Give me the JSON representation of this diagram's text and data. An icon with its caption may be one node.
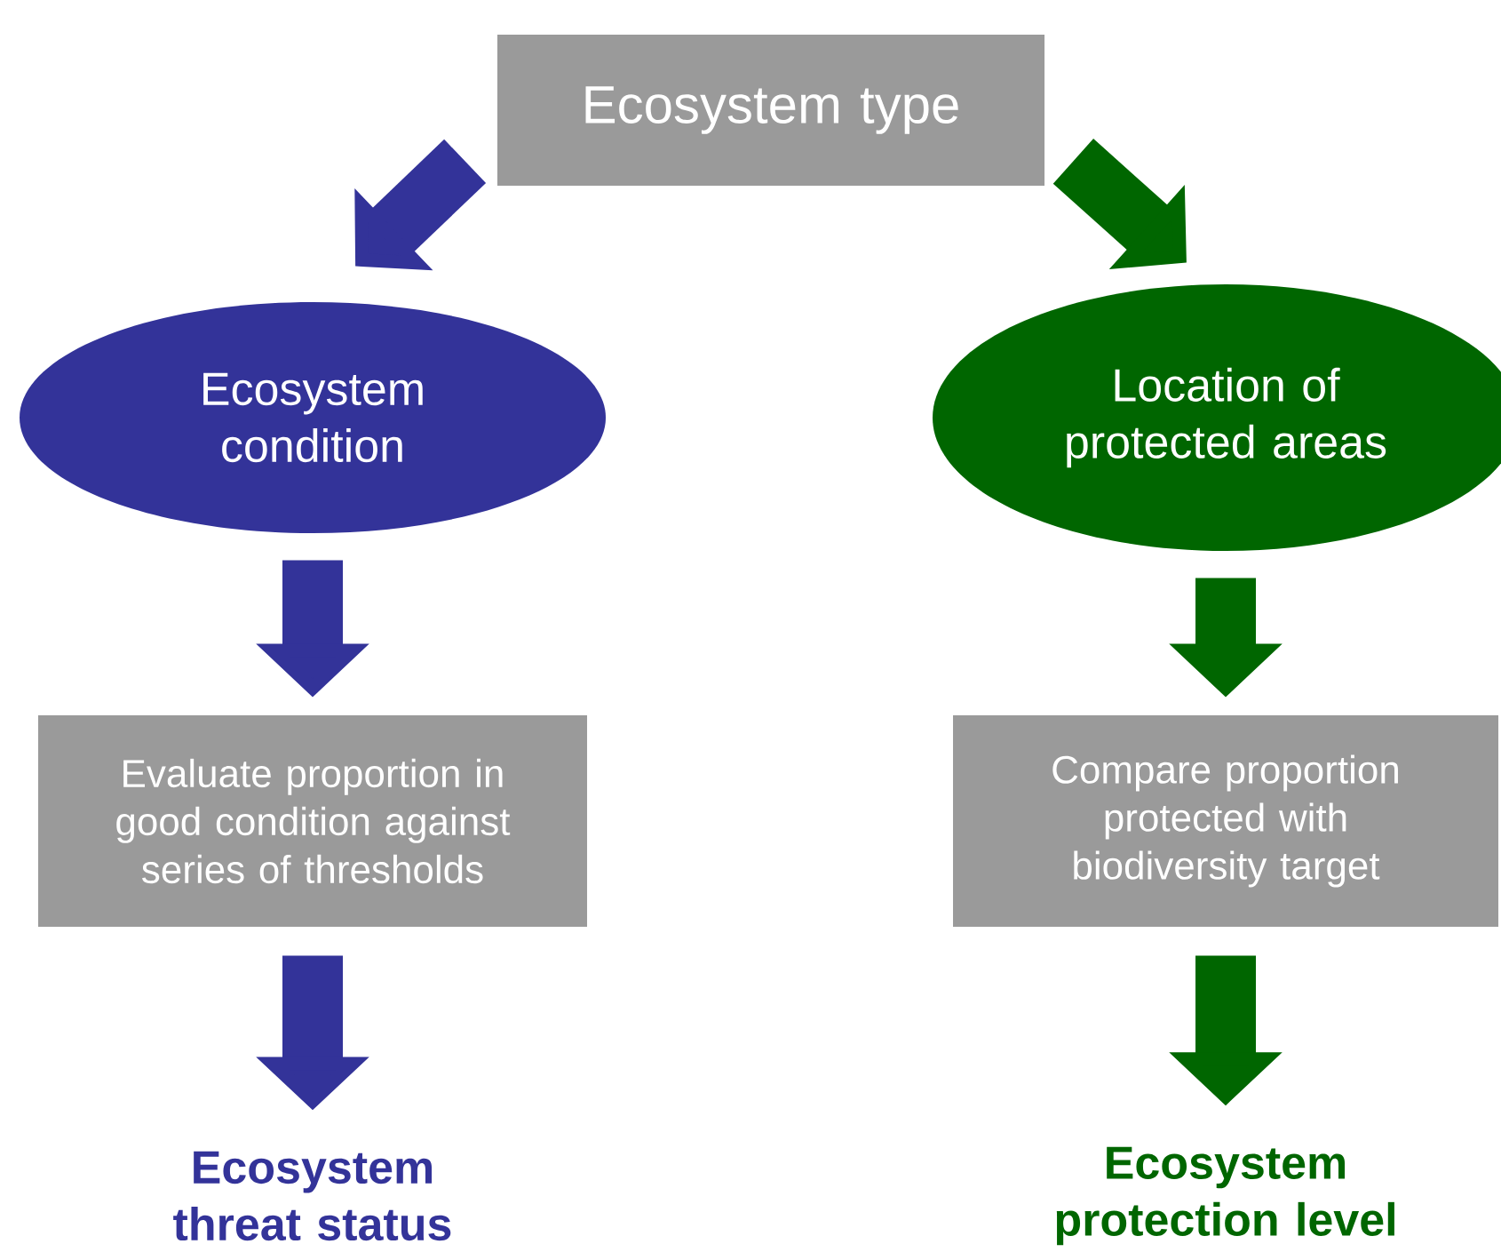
{
  "diagram": {
    "nodes": [
      {
        "text": [
          "Ecosystem type"
        ]
      },
      {
        "text": [
          "Ecosystem condition"
        ]
      },
      {
        "text": [
          "Location of protected areas"
        ]
      },
      {
        "text": [
          "Evaluate proportion in good condition against series of thresholds"
        ]
      },
      {
        "text": [
          "Compare proportion protected with biodiversity target"
        ]
      },
      {
        "text": [
          "Ecosystem threat status"
        ]
      },
      {
        "text": [
          "Ecosystem protection level"
        ]
      }
    ],
    "edges": [
      {
        "from": 0,
        "to": 1,
        "arrow": "to",
        "color": "#333399"
      },
      {
        "from": 0,
        "to": 2,
        "arrow": "to",
        "color": "#006600"
      },
      {
        "from": 1,
        "to": 3,
        "arrow": "to",
        "color": "#333399"
      },
      {
        "from": 2,
        "to": 4,
        "arrow": "to",
        "color": "#006600"
      },
      {
        "from": 3,
        "to": 5,
        "arrow": "to",
        "color": "#333399"
      },
      {
        "from": 4,
        "to": 6,
        "arrow": "to",
        "color": "#006600"
      }
    ]
  }
}
